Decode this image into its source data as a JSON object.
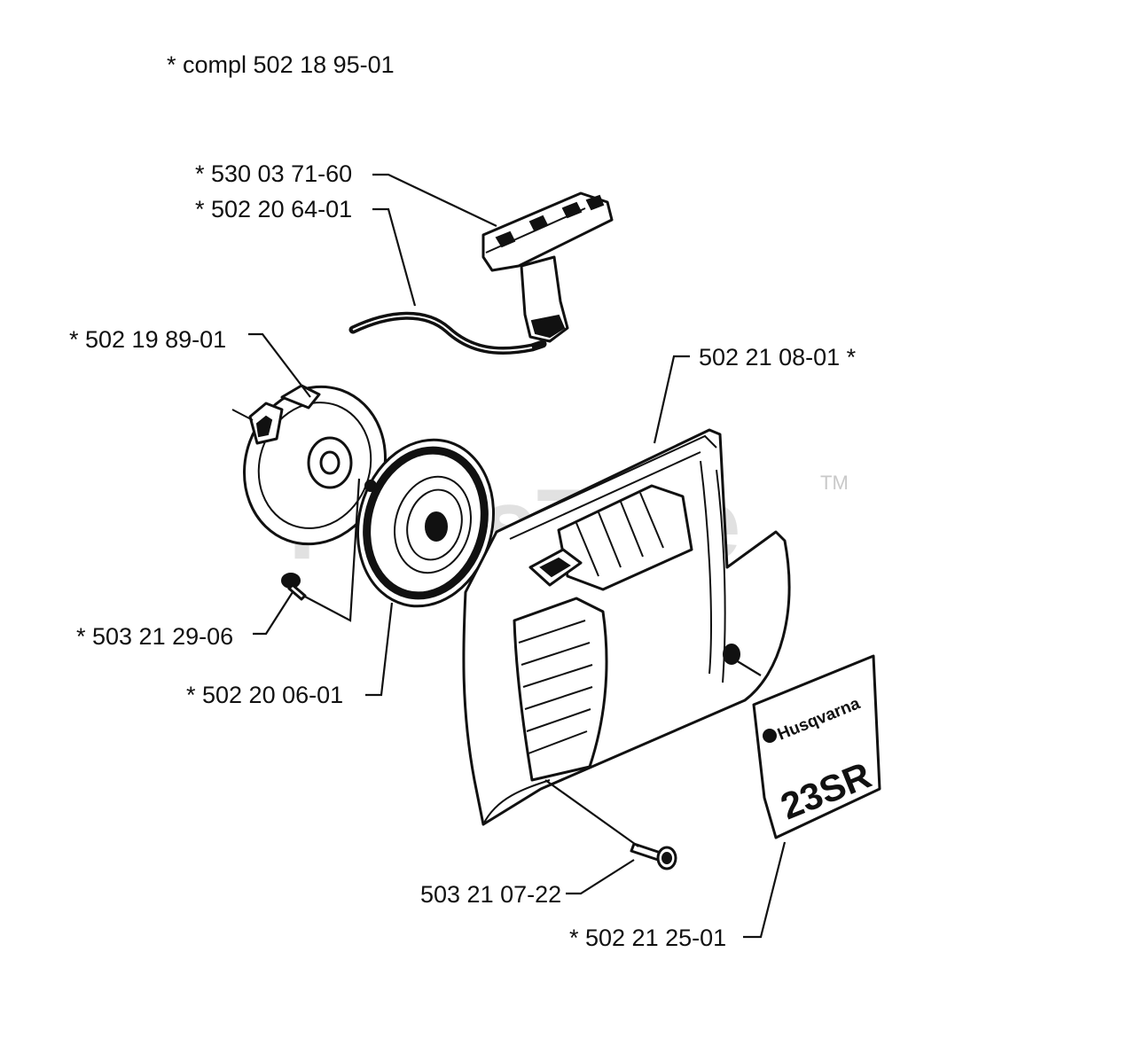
{
  "labels": {
    "compl": "*  compl 502 18 95-01",
    "handle": "*  530 03 71-60",
    "rope": "*  502 20 64-01",
    "pulley": "*  502 19 89-01",
    "cover": "502 21 08-01  *",
    "screw_small": "*  503 21 29-06",
    "spring": "*  502 20 06-01",
    "screw_cover": "503 21 07-22",
    "decal": "*  502 21 25-01"
  },
  "decal": {
    "brand": "Husqvarna",
    "model": "23SR"
  },
  "watermark": {
    "text": "PartsTree",
    "tm": "TM"
  }
}
